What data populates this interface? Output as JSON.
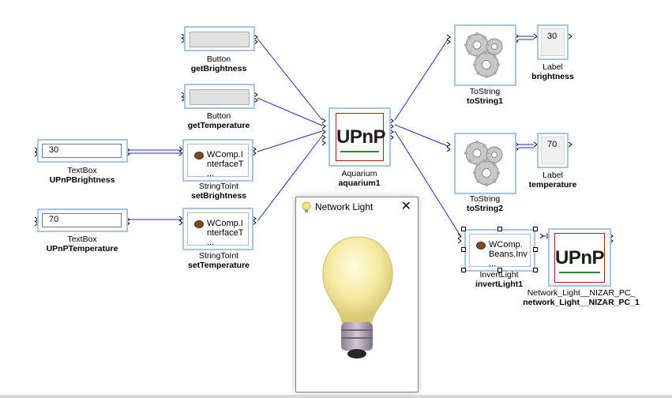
{
  "components": {
    "getBrightness": {
      "type": "Button",
      "name": "getBrightness"
    },
    "getTemperature": {
      "type": "Button",
      "name": "getTemperature"
    },
    "upnpBrightness": {
      "type": "TextBox",
      "name": "UPnPBrightness",
      "value": "30"
    },
    "upnpTemperature": {
      "type": "TextBox",
      "name": "UPnPTemperature",
      "value": "70"
    },
    "setBrightness": {
      "type": "StringToInt",
      "name": "setBrightness",
      "content": "WComp.I\nnterfaceT\n..."
    },
    "setTemperature": {
      "type": "StringToInt",
      "name": "setTemperature",
      "content": "WComp.I\nnterfaceT\n..."
    },
    "aquarium": {
      "type": "Aquarium",
      "name": "aquarium1",
      "logo": "UPnP"
    },
    "toString1": {
      "type": "ToString",
      "name": "toString1"
    },
    "toString2": {
      "type": "ToString",
      "name": "toString2"
    },
    "brightnessLabel": {
      "type": "Label",
      "name": "brightness",
      "value": "30"
    },
    "temperatureLabel": {
      "type": "Label",
      "name": "temperature",
      "value": "70"
    },
    "invertLight": {
      "type": "InvertLight",
      "name": "invertLight1",
      "content": "WComp.\nBeans.Inv\n..."
    },
    "networkLight": {
      "type": "Network_Light__NIZAR_PC_",
      "name": "network_Light__NIZAR_PC_1",
      "logo": "UPnP"
    }
  },
  "popup": {
    "title": "Network Light",
    "close": "✕"
  },
  "colors": {
    "wire": "#1f2fa8",
    "frame": "#a8c4e0",
    "upnpRed": "#b02020",
    "upnpGreen": "#2a8a3a"
  },
  "icons": {
    "gear": "gear-icon",
    "bean": "coffee-bean-icon",
    "bulb": "lightbulb-icon"
  }
}
